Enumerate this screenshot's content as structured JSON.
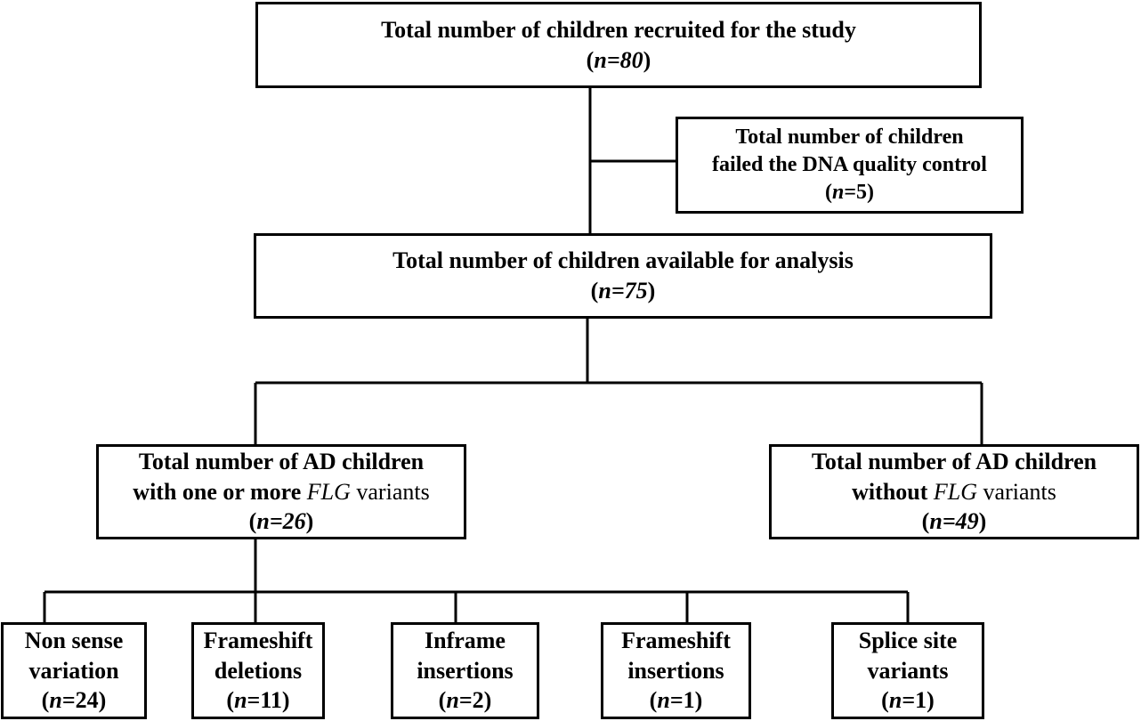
{
  "boxes": {
    "recruited": {
      "line1": "Total number of children recruited for the study",
      "n_label": "n",
      "n_value": "=80"
    },
    "failed_qc": {
      "line1": "Total number of children",
      "line2": "failed the DNA quality control",
      "n_label": "n",
      "n_value": "=5"
    },
    "available": {
      "line1": "Total number of children available for analysis",
      "n_label": "n",
      "n_value": "=75"
    },
    "with_variants": {
      "line1": "Total number of AD children",
      "line2_pre": "with one or more ",
      "gene": "FLG",
      "line2_post": " variants",
      "n_label": "n",
      "n_value": "=26"
    },
    "without_variants": {
      "line1": "Total number of AD children",
      "line2_pre": "without ",
      "gene": "FLG",
      "line2_post": " variants",
      "n_label": "n",
      "n_value": "=49"
    },
    "nonsense": {
      "line1": "Non sense",
      "line2": "variation",
      "n_label": "n",
      "n_value": "=24"
    },
    "fs_deletions": {
      "line1": "Frameshift",
      "line2": "deletions",
      "n_label": "n",
      "n_value": "=11"
    },
    "inframe_insertions": {
      "line1": "Inframe",
      "line2": "insertions",
      "n_label": "n",
      "n_value": "=2"
    },
    "fs_insertions": {
      "line1": "Frameshift",
      "line2": "insertions",
      "n_label": "n",
      "n_value": "=1"
    },
    "splice": {
      "line1": "Splice site",
      "line2": "variants",
      "n_label": "n",
      "n_value": "=1"
    }
  }
}
